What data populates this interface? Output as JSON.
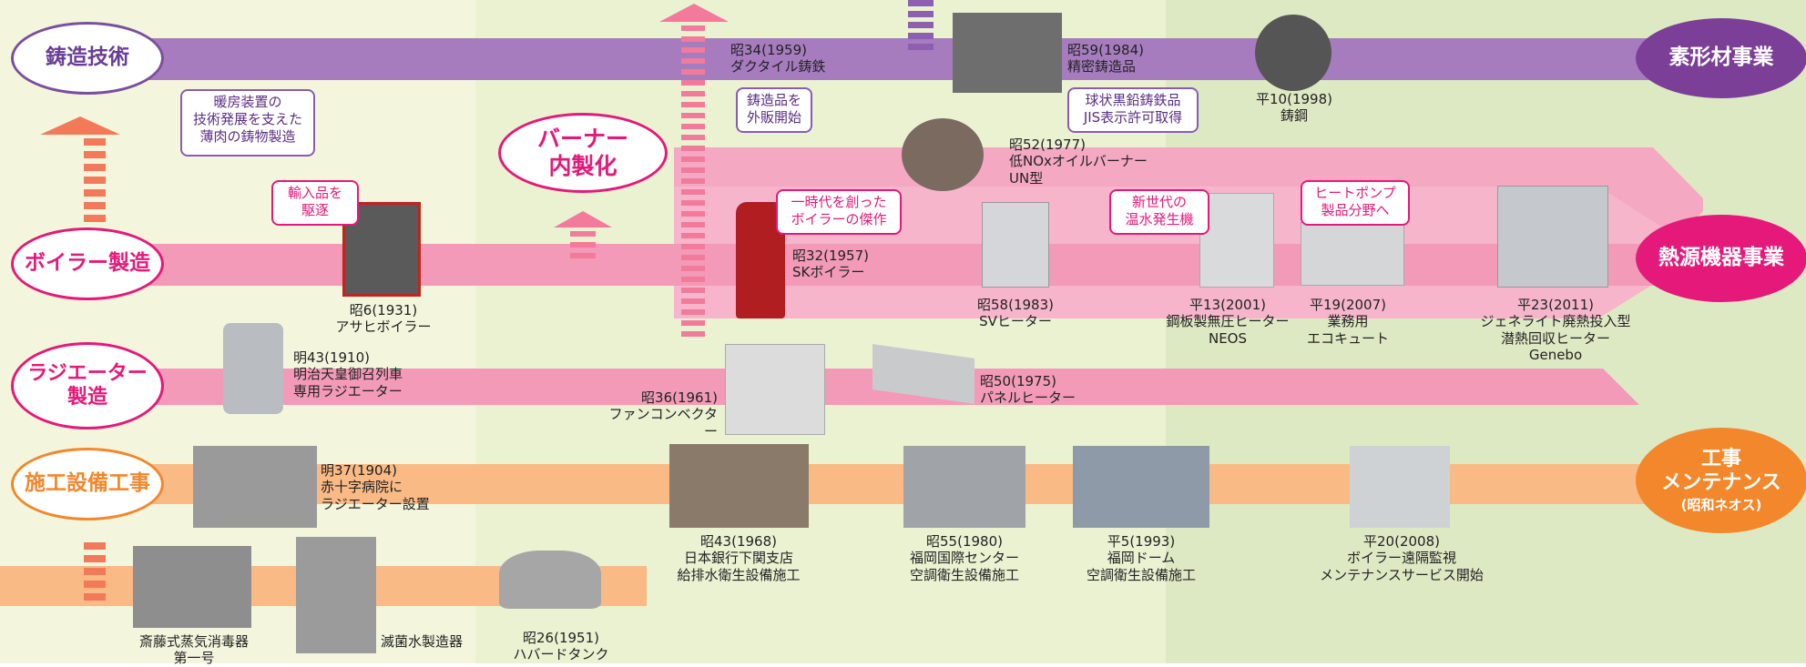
{
  "categories": {
    "casting": "鋳造技術",
    "boiler": "ボイラー製造",
    "radiator": "ラジエーター\n製造",
    "construction": "施工設備工事",
    "burner": "バーナー\n内製化"
  },
  "businesses": {
    "materials": "素形材事業",
    "heat": "熱源機器事業",
    "maintenance_main": "工事\nメンテナンス",
    "maintenance_sub": "(昭和ネオス)"
  },
  "callouts": {
    "thin_casting": "暖房装置の\n技術発展を支えた\n薄肉の鋳物製造",
    "imports": "輸入品を\n駆逐",
    "external_sales": "鋳造品を\n外販開始",
    "sk_masterpiece": "一時代を創った\nボイラーの傑作",
    "jis": "球状黒鉛鋳鉄品\nJIS表示許可取得",
    "new_gen": "新世代の\n温水発生機",
    "heatpump": "ヒートポンプ\n製品分野へ"
  },
  "events": {
    "e1910": "明43(1910)\n明治天皇御召列車\n専用ラジエーター",
    "e1931": "昭6(1931)\nアサヒボイラー",
    "e1904": "明37(1904)\n赤十字病院に\nラジエーター設置",
    "saito": "斎藤式蒸気消毒器\n第一号",
    "steril": "滅菌水製造器",
    "e1951": "昭26(1951)\nハバードタンク",
    "e1959": "昭34(1959)\nダクタイル鋳鉄",
    "e1957": "昭32(1957)\nSKボイラー",
    "e1961": "昭36(1961)\nファンコンベクター",
    "e1968": "昭43(1968)\n日本銀行下関支店\n給排水衛生設備施工",
    "e1977": "昭52(1977)\n低NOxオイルバーナー\nUN型",
    "e1975": "昭50(1975)\nパネルヒーター",
    "e1983": "昭58(1983)\nSVヒーター",
    "e1984": "昭59(1984)\n精密鋳造品",
    "e1980": "昭55(1980)\n福岡国際センター\n空調衛生設備施工",
    "e1993": "平5(1993)\n福岡ドーム\n空調衛生設備施工",
    "e1998": "平10(1998)\n鋳鋼",
    "e2001": "平13(2001)\n鋼板製無圧ヒーター\nNEOS",
    "e2007": "平19(2007)\n業務用\nエコキュート",
    "e2008": "平20(2008)\nボイラー遠隔監視\nメンテナンスサービス開始",
    "e2011": "平23(2011)\nジェネライト廃熱投入型\n潜熱回収ヒーター\nGenebo"
  },
  "colors": {
    "purple_band": "#a67cbf",
    "pink_band": "#f29ab8",
    "orange_band": "#f9ba86",
    "heat_oval": "#e4197a",
    "materials_oval": "#7b3f98",
    "maint_oval": "#f2872b"
  },
  "icons": [
    "up-arrow-icon",
    "right-arrow-icon"
  ]
}
